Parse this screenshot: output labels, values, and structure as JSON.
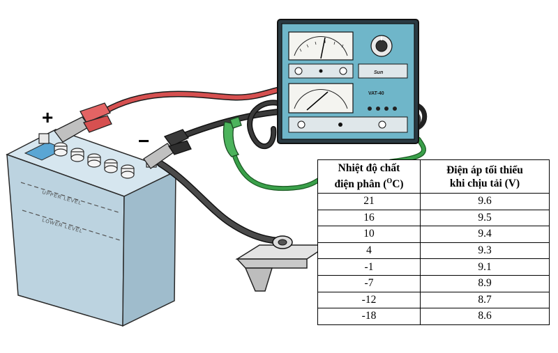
{
  "diagram": {
    "plus_sign": "+",
    "minus_sign": "−",
    "battery_upper_label": "UPPER   LEVEL",
    "battery_lower_label": "LOWER   LEVEL",
    "tester_brand": "Sun",
    "tester_model": "VAT-40"
  },
  "table": {
    "col1_header": [
      "Nhiệt độ chất",
      "điện phân (",
      "O",
      "C)"
    ],
    "col2_header": [
      "Điện áp tối thiểu",
      "khi chịu tải (V)"
    ],
    "rows": [
      [
        "21",
        "9.6"
      ],
      [
        "16",
        "9.5"
      ],
      [
        "10",
        "9.4"
      ],
      [
        "4",
        "9.3"
      ],
      [
        "-1",
        "9.1"
      ],
      [
        "-7",
        "8.9"
      ],
      [
        "-12",
        "8.7"
      ],
      [
        "-18",
        "8.6"
      ]
    ]
  },
  "colors": {
    "tester_body": "#6fb6c9",
    "battery_body": "#c8dbe6",
    "red_cable": "#d65050",
    "green_cable": "#3aa04a",
    "black_cable": "#3a3a3a"
  }
}
